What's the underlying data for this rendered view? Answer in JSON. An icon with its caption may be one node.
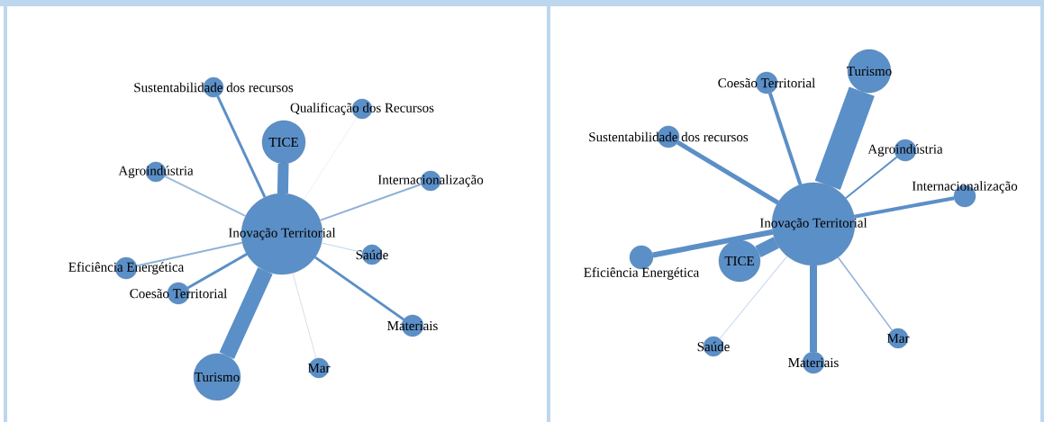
{
  "diagram": {
    "nodes": [
      {
        "text": [
          "Inovação Territorial"
        ]
      },
      {
        "text": [
          "Sustentabilidade dos recursos"
        ]
      },
      {
        "text": [
          "Qualificação dos Recursos"
        ]
      },
      {
        "text": [
          "TICE"
        ]
      },
      {
        "text": [
          "Agroindústria"
        ]
      },
      {
        "text": [
          "Internacionalização"
        ]
      },
      {
        "text": [
          "Saúde"
        ]
      },
      {
        "text": [
          "Eficiência Energética"
        ]
      },
      {
        "text": [
          "Coesão Territorial"
        ]
      },
      {
        "text": [
          "Materiais"
        ]
      },
      {
        "text": [
          "Mar"
        ]
      },
      {
        "text": [
          "Turismo"
        ]
      },
      {
        "text": [
          "Inovação Territorial"
        ]
      },
      {
        "text": [
          "Turismo"
        ]
      },
      {
        "text": [
          "Coesão Territorial"
        ]
      },
      {
        "text": [
          "Sustentabilidade dos recursos"
        ]
      },
      {
        "text": [
          "Agroindústria"
        ]
      },
      {
        "text": [
          "Internacionalização"
        ]
      },
      {
        "text": [
          "Eficiência Energética"
        ]
      },
      {
        "text": [
          "TICE"
        ]
      },
      {
        "text": [
          "Saúde"
        ]
      },
      {
        "text": [
          "Mar"
        ]
      },
      {
        "text": [
          "Materiais"
        ]
      }
    ],
    "edges": [
      {
        "from": 0,
        "to": 1,
        "arrow": "none"
      },
      {
        "from": 0,
        "to": 2,
        "arrow": "none",
        "color": "#dfe6f0"
      },
      {
        "from": 0,
        "to": 3,
        "arrow": "none",
        "style": "thick"
      },
      {
        "from": 0,
        "to": 4,
        "arrow": "none",
        "color": "#9fb9dc"
      },
      {
        "from": 0,
        "to": 5,
        "arrow": "none",
        "color": "#8fb0d8"
      },
      {
        "from": 0,
        "to": 6,
        "arrow": "none",
        "color": "#c5d6ec"
      },
      {
        "from": 0,
        "to": 7,
        "arrow": "none",
        "color": "#8fb0d8"
      },
      {
        "from": 0,
        "to": 8,
        "arrow": "none"
      },
      {
        "from": 0,
        "to": 9,
        "arrow": "none"
      },
      {
        "from": 0,
        "to": 10,
        "arrow": "none",
        "color": "#c9cfe0"
      },
      {
        "from": 0,
        "to": 11,
        "arrow": "none",
        "style": "thick"
      },
      {
        "from": 12,
        "to": 13,
        "arrow": "none",
        "style": "thick"
      },
      {
        "from": 12,
        "to": 14,
        "arrow": "none"
      },
      {
        "from": 12,
        "to": 15,
        "arrow": "none"
      },
      {
        "from": 12,
        "to": 16,
        "arrow": "none"
      },
      {
        "from": 12,
        "to": 17,
        "arrow": "none"
      },
      {
        "from": 12,
        "to": 18,
        "arrow": "none",
        "style": "thick"
      },
      {
        "from": 12,
        "to": 19,
        "arrow": "none",
        "style": "thick"
      },
      {
        "from": 12,
        "to": 20,
        "arrow": "none",
        "color": "#c5d6ec"
      },
      {
        "from": 12,
        "to": 21,
        "arrow": "none",
        "color": "#8fb0d8"
      },
      {
        "from": 12,
        "to": 22,
        "arrow": "none",
        "style": "thick"
      }
    ]
  }
}
